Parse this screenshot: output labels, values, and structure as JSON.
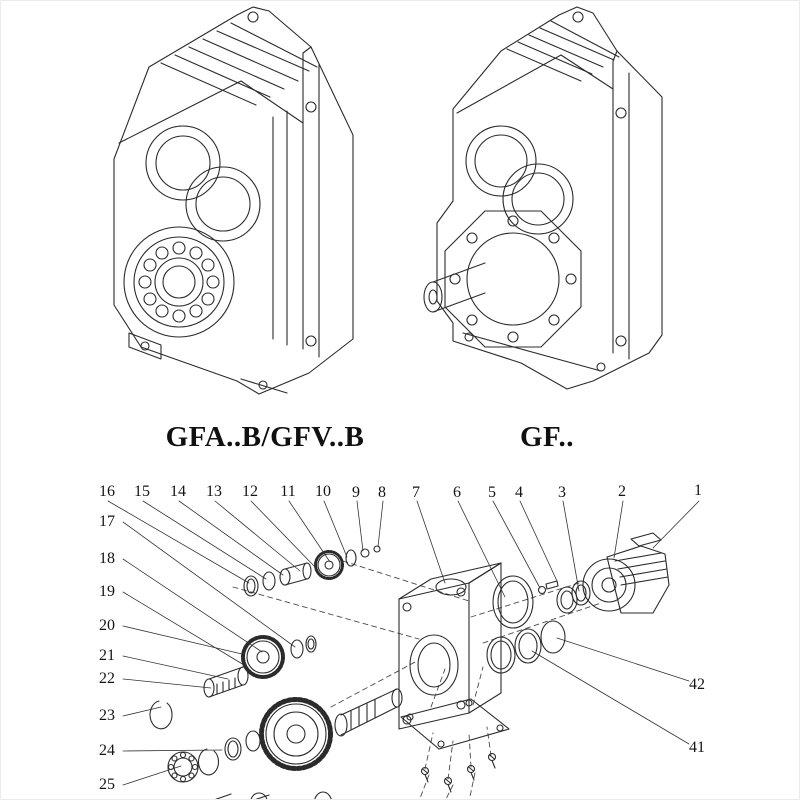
{
  "page": {
    "background": "#ffffff",
    "line_color": "#2b2b2b"
  },
  "figures": {
    "left": {
      "label": "GFA..B/GFV..B"
    },
    "right": {
      "label": "GF.."
    }
  },
  "exploded_view": {
    "callouts_top": [
      "16",
      "15",
      "14",
      "13",
      "12",
      "11",
      "10",
      "9",
      "8",
      "7",
      "6",
      "5",
      "4",
      "3",
      "2",
      "1"
    ],
    "callouts_left": [
      "17",
      "18",
      "19",
      "20",
      "21",
      "22",
      "23",
      "24",
      "25"
    ],
    "callouts_right": [
      "42",
      "41"
    ]
  }
}
